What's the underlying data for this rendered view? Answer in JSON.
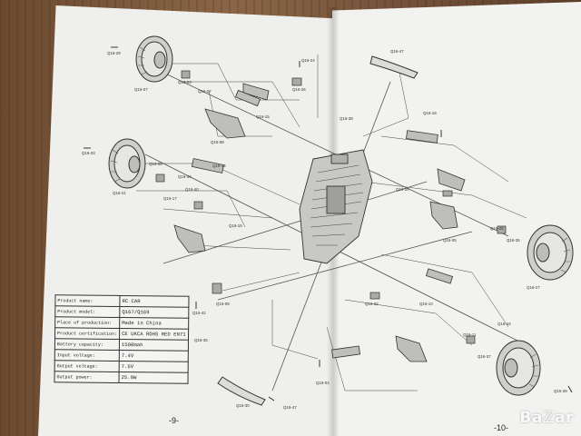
{
  "booklet": {
    "left_page_number": "-9-",
    "right_page_number": "-10-"
  },
  "spec_table": {
    "rows": [
      {
        "label": "Product name:",
        "value": "RC CAR"
      },
      {
        "label": "Product model:",
        "value": "Q167/Q169"
      },
      {
        "label": "Place of production:",
        "value": "Made in China"
      },
      {
        "label": "Product certification:",
        "value": "CE UKCA ROHS RED EN71"
      },
      {
        "label": "Battery capacity:",
        "value": "1500mah"
      },
      {
        "label": "Input voltage:",
        "value": "7.4V"
      },
      {
        "label": "Output voltage:",
        "value": "7.5V"
      },
      {
        "label": "Output power:",
        "value": "25.9W"
      }
    ]
  },
  "part_labels": [
    {
      "text": "Q16-29"
    },
    {
      "text": "Q16-07"
    },
    {
      "text": "Q16-03"
    },
    {
      "text": "Q16-27"
    },
    {
      "text": "Q16-26"
    },
    {
      "text": "Q16-15"
    },
    {
      "text": "Q16-08"
    },
    {
      "text": "Q16-33"
    },
    {
      "text": "Q16-06"
    },
    {
      "text": "Q16-21"
    },
    {
      "text": "Q16-14"
    },
    {
      "text": "Q16-44"
    },
    {
      "text": "Q16-40"
    },
    {
      "text": "Q16-15"
    },
    {
      "text": "Q16-17"
    },
    {
      "text": "Q16-24"
    },
    {
      "text": "Q16-36"
    },
    {
      "text": "Q16-42"
    },
    {
      "text": "Q16-09"
    },
    {
      "text": "Q16-47"
    },
    {
      "text": "Q16-38"
    },
    {
      "text": "Q16-18"
    },
    {
      "text": "Q16-20"
    },
    {
      "text": "Q16-05"
    },
    {
      "text": "Q16-25"
    },
    {
      "text": "Q16-35"
    },
    {
      "text": "Q16-27"
    },
    {
      "text": "Q16-37"
    },
    {
      "text": "Q16-44"
    },
    {
      "text": "Q16-11"
    },
    {
      "text": "Q16-32"
    },
    {
      "text": "Q16-39"
    },
    {
      "text": "Q16-10"
    },
    {
      "text": "Q16-30"
    },
    {
      "text": "Q16-47"
    },
    {
      "text": "Q16-04"
    }
  ],
  "watermark": {
    "text_before": "Ba",
    "text_after": "ar"
  }
}
